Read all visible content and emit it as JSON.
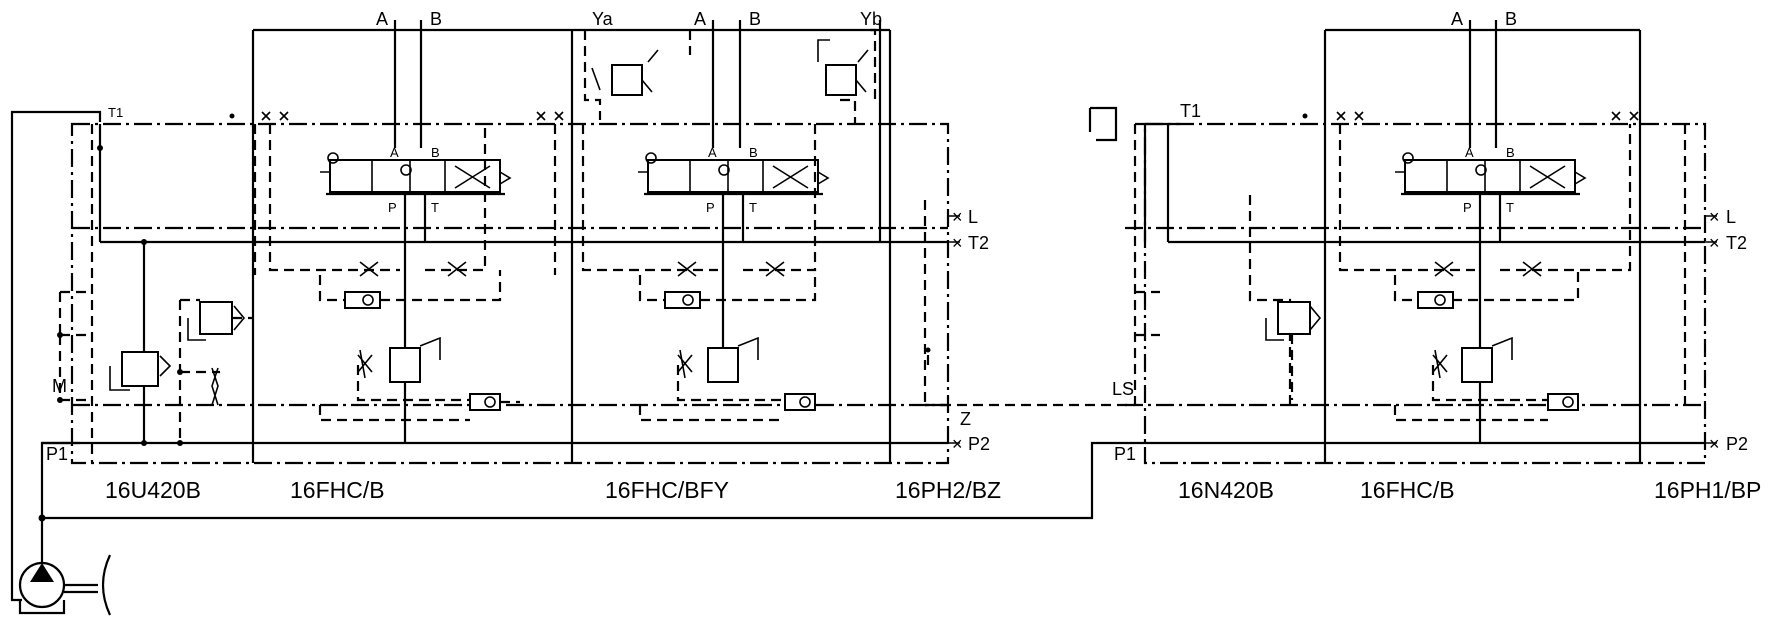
{
  "modules": {
    "inlet_left": "16U420B",
    "section_1": "16FHC/B",
    "section_2": "16FHC/BFY",
    "end_left": "16PH2/BZ",
    "inlet_right": "16N420B",
    "section_3": "16FHC/B",
    "end_right": "16PH1/BP"
  },
  "ports": {
    "a": "A",
    "b": "B",
    "ya": "Ya",
    "yb": "Yb",
    "t1": "T1",
    "t2": "T2",
    "l": "L",
    "p1": "P1",
    "p2": "P2",
    "m": "M",
    "z": "Z",
    "ls": "LS",
    "p": "P",
    "t": "T"
  },
  "plug_marks": {
    "x": "×"
  }
}
